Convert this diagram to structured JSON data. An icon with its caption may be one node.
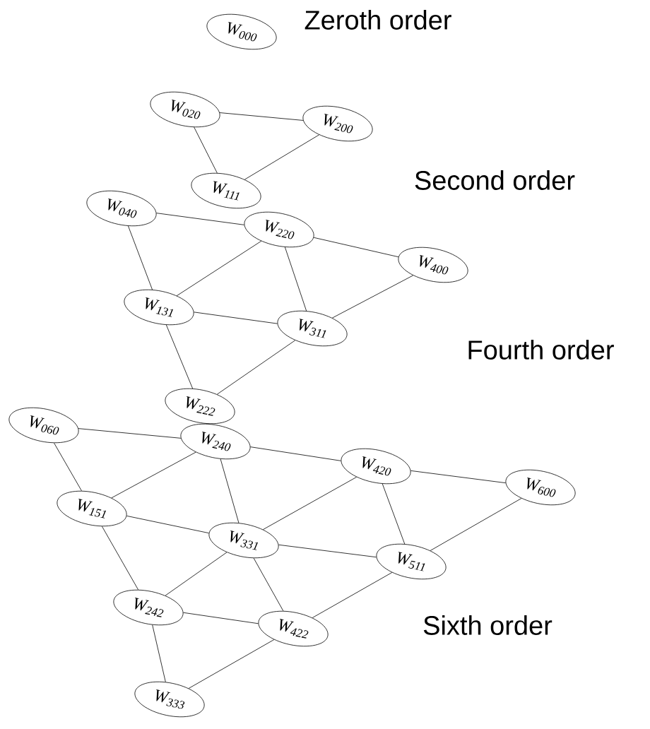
{
  "diagram": {
    "nodes": [
      {
        "text": [
          "W$_{000}$"
        ]
      },
      {
        "text": [
          "W$_{020}$"
        ]
      },
      {
        "text": [
          "W$_{200}$"
        ]
      },
      {
        "text": [
          "W$_{111}$"
        ]
      },
      {
        "text": [
          "W$_{040}$"
        ]
      },
      {
        "text": [
          "W$_{220}$"
        ]
      },
      {
        "text": [
          "W$_{400}$"
        ]
      },
      {
        "text": [
          "W$_{131}$"
        ]
      },
      {
        "text": [
          "W$_{311}$"
        ]
      },
      {
        "text": [
          "W$_{222}$"
        ]
      },
      {
        "text": [
          "W$_{060}$"
        ]
      },
      {
        "text": [
          "W$_{240}$"
        ]
      },
      {
        "text": [
          "W$_{420}$"
        ]
      },
      {
        "text": [
          "W$_{600}$"
        ]
      },
      {
        "text": [
          "W$_{151}$"
        ]
      },
      {
        "text": [
          "W$_{331}$"
        ]
      },
      {
        "text": [
          "W$_{511}$"
        ]
      },
      {
        "text": [
          "W$_{242}$"
        ]
      },
      {
        "text": [
          "W$_{422}$"
        ]
      },
      {
        "text": [
          "W$_{333}$"
        ]
      }
    ],
    "edges": [
      {
        "from": 1,
        "to": 2,
        "arrow": "none"
      },
      {
        "from": 1,
        "to": 3,
        "arrow": "none"
      },
      {
        "from": 2,
        "to": 3,
        "arrow": "none"
      },
      {
        "from": 4,
        "to": 5,
        "arrow": "none"
      },
      {
        "from": 5,
        "to": 6,
        "arrow": "none"
      },
      {
        "from": 4,
        "to": 7,
        "arrow": "none"
      },
      {
        "from": 5,
        "to": 7,
        "arrow": "none"
      },
      {
        "from": 5,
        "to": 8,
        "arrow": "none"
      },
      {
        "from": 7,
        "to": 8,
        "arrow": "none"
      },
      {
        "from": 6,
        "to": 8,
        "arrow": "none"
      },
      {
        "from": 7,
        "to": 9,
        "arrow": "none"
      },
      {
        "from": 8,
        "to": 9,
        "arrow": "none"
      },
      {
        "from": 10,
        "to": 11,
        "arrow": "none"
      },
      {
        "from": 11,
        "to": 12,
        "arrow": "none"
      },
      {
        "from": 12,
        "to": 13,
        "arrow": "none"
      },
      {
        "from": 10,
        "to": 14,
        "arrow": "none"
      },
      {
        "from": 11,
        "to": 14,
        "arrow": "none"
      },
      {
        "from": 11,
        "to": 15,
        "arrow": "none"
      },
      {
        "from": 14,
        "to": 15,
        "arrow": "none"
      },
      {
        "from": 12,
        "to": 15,
        "arrow": "none"
      },
      {
        "from": 12,
        "to": 16,
        "arrow": "none"
      },
      {
        "from": 15,
        "to": 16,
        "arrow": "none"
      },
      {
        "from": 13,
        "to": 16,
        "arrow": "none"
      },
      {
        "from": 14,
        "to": 17,
        "arrow": "none"
      },
      {
        "from": 15,
        "to": 17,
        "arrow": "none"
      },
      {
        "from": 15,
        "to": 18,
        "arrow": "none"
      },
      {
        "from": 17,
        "to": 18,
        "arrow": "none"
      },
      {
        "from": 16,
        "to": 18,
        "arrow": "none"
      },
      {
        "from": 17,
        "to": 19,
        "arrow": "none"
      },
      {
        "from": 18,
        "to": 19,
        "arrow": "none"
      }
    ],
    "labels": [
      "Zeroth order",
      "Second order",
      "Fourth order",
      "Sixth order"
    ]
  }
}
